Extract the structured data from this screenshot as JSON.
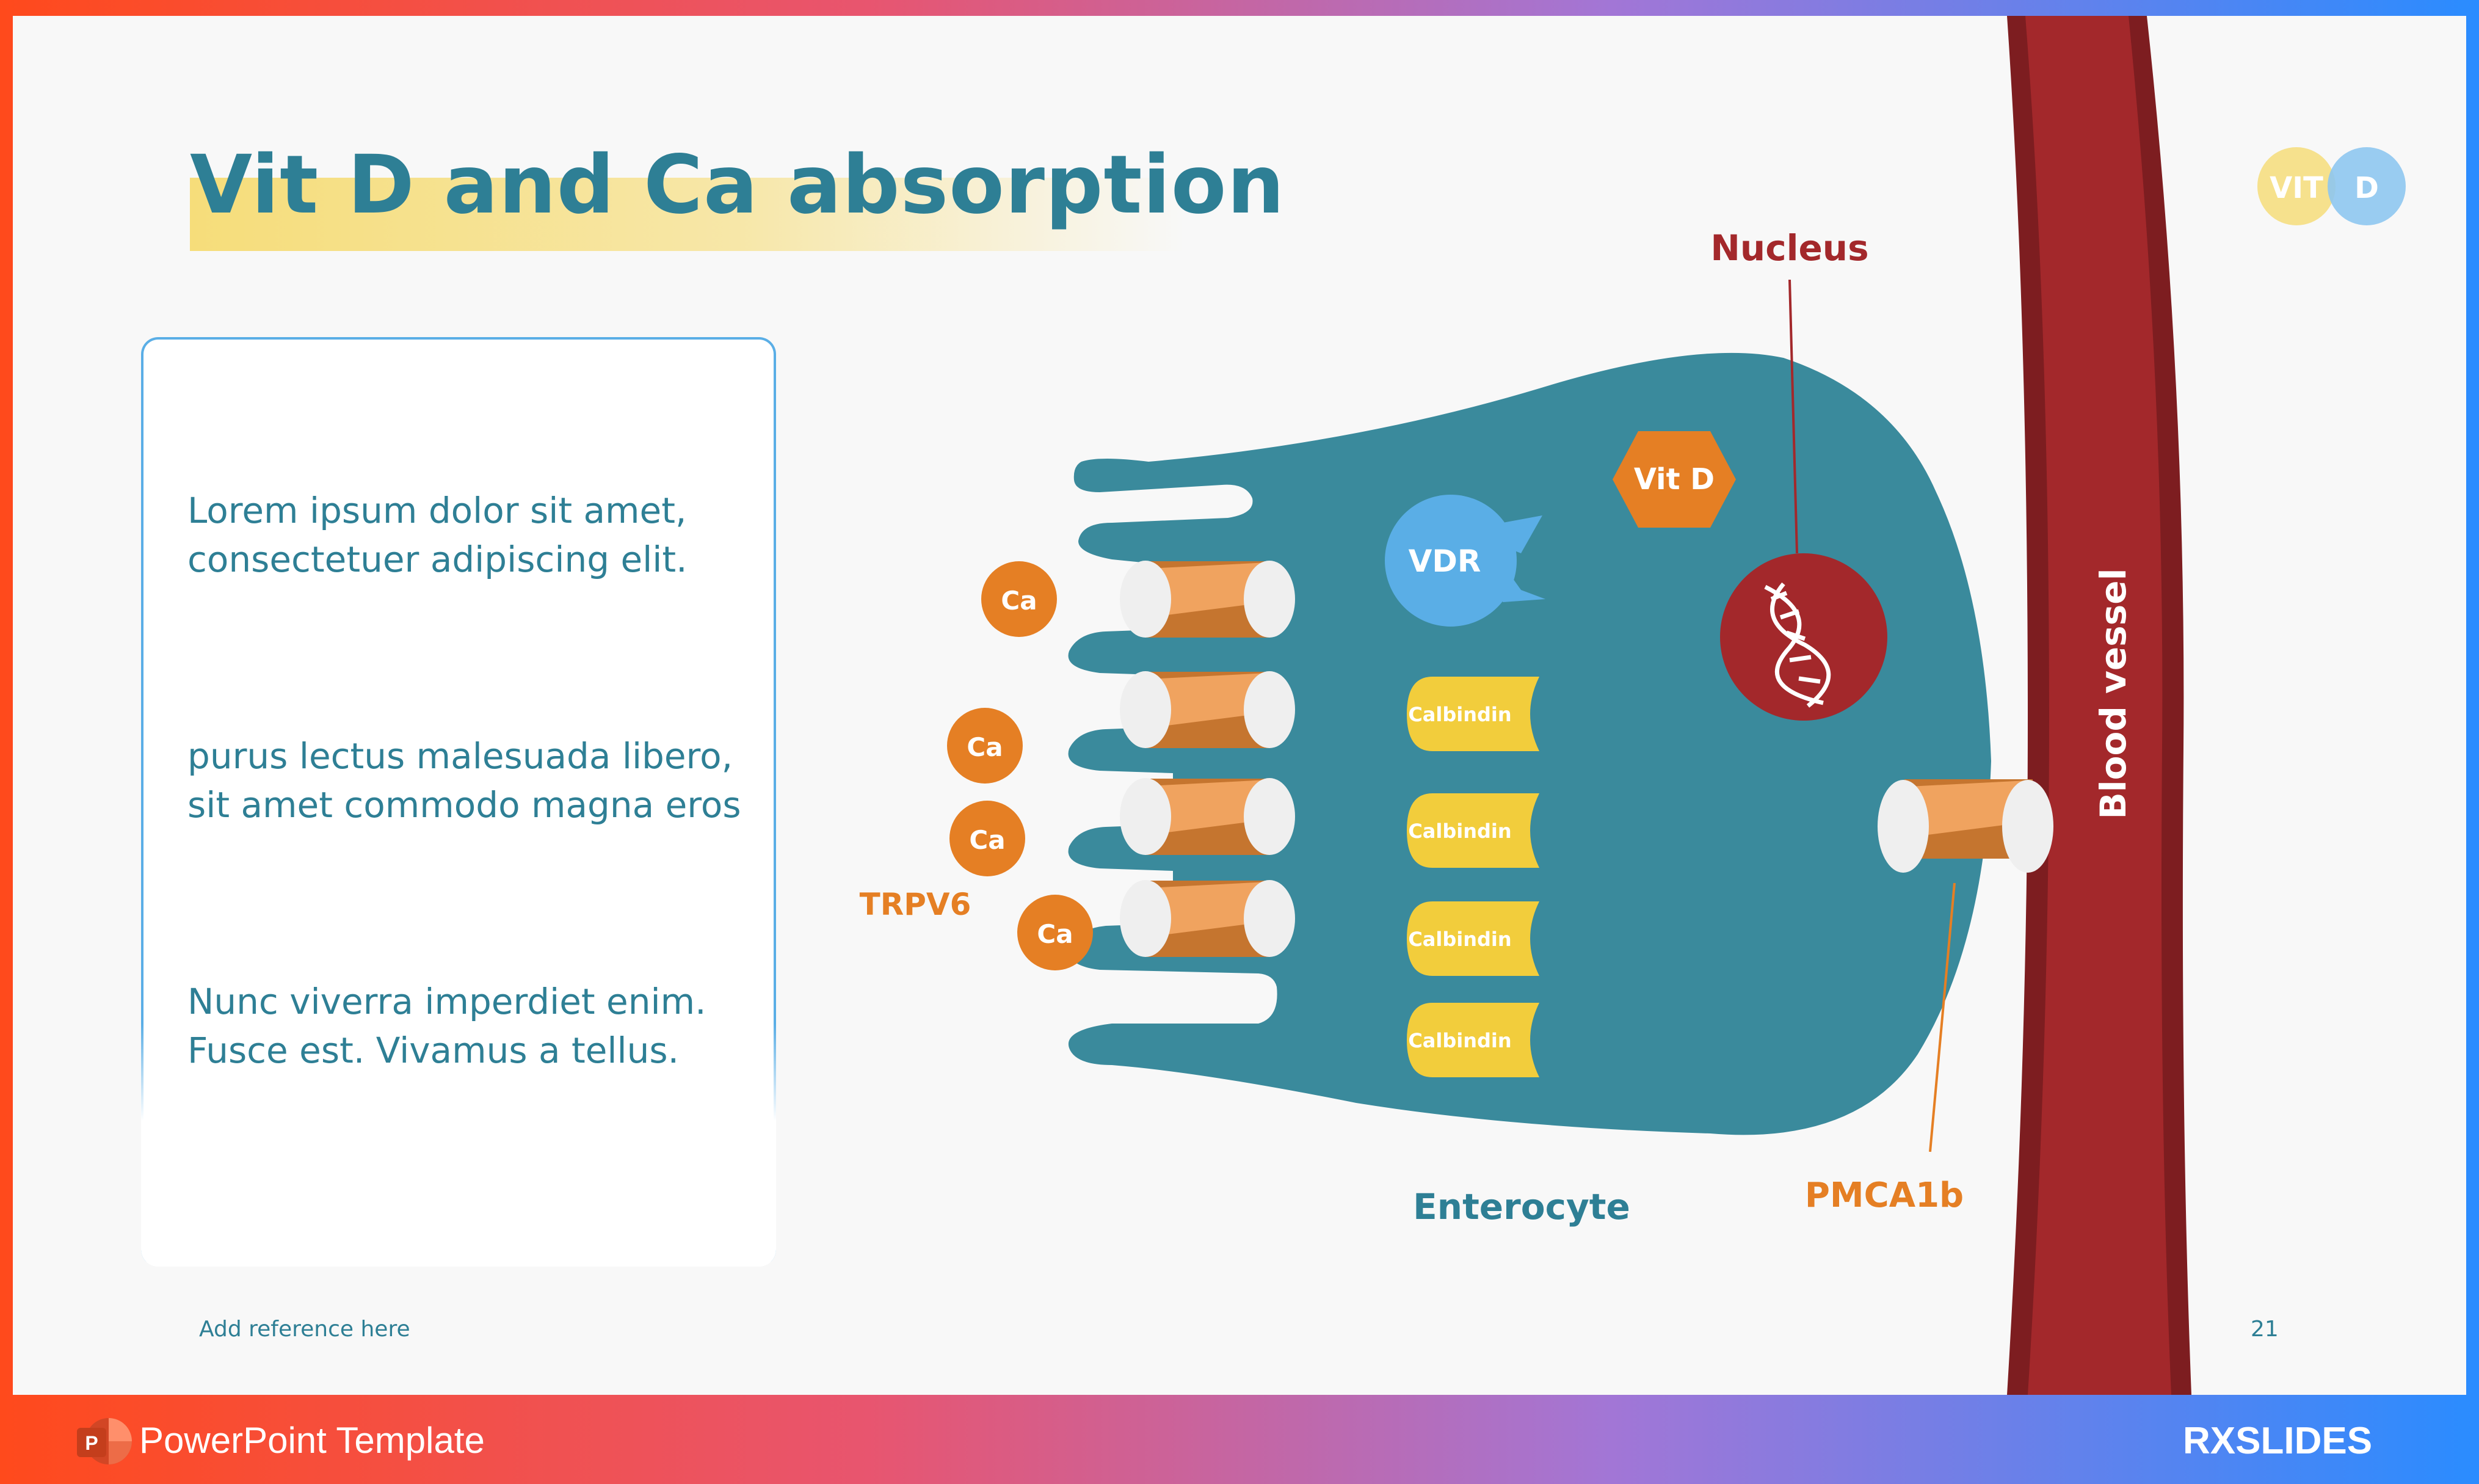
{
  "slide": {
    "title": "Vit D and Ca absorption",
    "paragraphs": [
      "Lorem ipsum dolor sit amet, consectetuer adipiscing elit.",
      "purus lectus malesuada libero, sit amet commodo magna eros",
      "Nunc viverra imperdiet enim. Fusce est. Vivamus a tellus."
    ],
    "reference": "Add reference here",
    "page_number": "21"
  },
  "logo": {
    "left": "VIT",
    "right": "D"
  },
  "diagram": {
    "nucleus_label": "Nucleus",
    "vit_d_label": "Vit D",
    "vdr_label": "VDR",
    "calbindin_labels": [
      "Calbindin",
      "Calbindin",
      "Calbindin",
      "Calbindin"
    ],
    "ca_labels": [
      "Ca",
      "Ca",
      "Ca",
      "Ca"
    ],
    "trpv6_label": "TRPV6",
    "enterocyte_label": "Enterocyte",
    "pmca_label": "PMCA1b",
    "blood_vessel_label": "Blood vessel"
  },
  "footer": {
    "template_label": "PowerPoint Template",
    "brand": "RXSLIDES",
    "app_icon": "powerpoint-icon"
  },
  "colors": {
    "teal": "#3a8a9c",
    "title": "#2e7f95",
    "orange": "#e57f24",
    "dark_red": "#a3282b",
    "yellow": "#f2cd3c",
    "light_blue": "#5aaee6"
  }
}
